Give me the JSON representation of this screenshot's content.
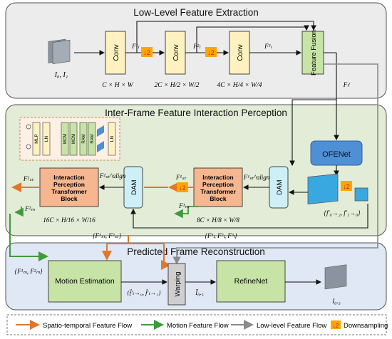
{
  "sections": {
    "low": {
      "title": "Low-Level Feature Extraction",
      "fill": "#ececec"
    },
    "inter": {
      "title": "Inter-Frame Feature Interaction Perception",
      "fill": "#e2ecd7"
    },
    "recon": {
      "title": "Predicted Frame Reconstruction",
      "fill": "#dfe8f4"
    }
  },
  "low_level": {
    "input_label": "I₀, I₁",
    "conv_label": "Conv",
    "feature_fusion_label": "Feature Fusion",
    "downsample_label": "↓2",
    "labels": {
      "f1": "F¹ₗ",
      "f2": "F²ₗ",
      "f3": "F³ₗ",
      "ff": "Fₗᶠ",
      "dim1": "C × H × W",
      "dim2": "2C × H/2 × W/2",
      "dim3": "4C × H/4 × W/4"
    }
  },
  "inter_frame": {
    "ofenet_label": "OFENet",
    "dam_label": "DAM",
    "block_label": "Interaction Perception Transformer Block",
    "inset": {
      "mlp": "MLP",
      "ln": "LN",
      "mcm": "MCM",
      "ram": "RAM"
    },
    "labels": {
      "fs1_align": "F¹ₛₜ^align",
      "fs1": "F¹ₛₜ",
      "fm1": "F¹ₘ",
      "fs2_align": "F²ₛₜ^align",
      "fs2": "F²ₛₜ",
      "fm2": "F²ₘ",
      "dim_b1": "8C × H/8 × W/8",
      "dim_b2": "16C × H/16 × W/16",
      "flows": "{f′₀→₂, f′₁→₀}"
    }
  },
  "reconstruction": {
    "motion_label": "Motion Estimation",
    "warping_label": "Warping",
    "refinenet_label": "RefineNet",
    "labels": {
      "fm_set": "{F¹ₘ, F²ₘ}",
      "fst_set": "{F¹ₛₜ, F²ₛₜ}",
      "fl_set": "{F¹ₗ, F²ₗ, F³ₗ}",
      "flows_hat": "{f̂′ₜ→₀, f̂′ₜ→₁}",
      "i05_tilde": "Ĩ₀.₅",
      "i05": "I₀.₅"
    }
  },
  "legend": {
    "items": [
      {
        "label": "Spatio-temporal Feature Flow",
        "color": "#e0782c"
      },
      {
        "label": "Motion Feature Flow",
        "color": "#3f9a3a"
      },
      {
        "label": "Low-level Feature Flow",
        "color": "#8a8a8a"
      },
      {
        "label": "Downsampling",
        "color": "#ffa500"
      }
    ]
  },
  "colors": {
    "conv": "#fff2c0",
    "fusion": "#c7e3a6",
    "ofenet": "#4f8fd6",
    "dam": "#cdeff8",
    "block": "#f6b68f",
    "motion": "#c7e3a6",
    "warping": "#cfcfcf",
    "refine": "#c7e3a6"
  }
}
